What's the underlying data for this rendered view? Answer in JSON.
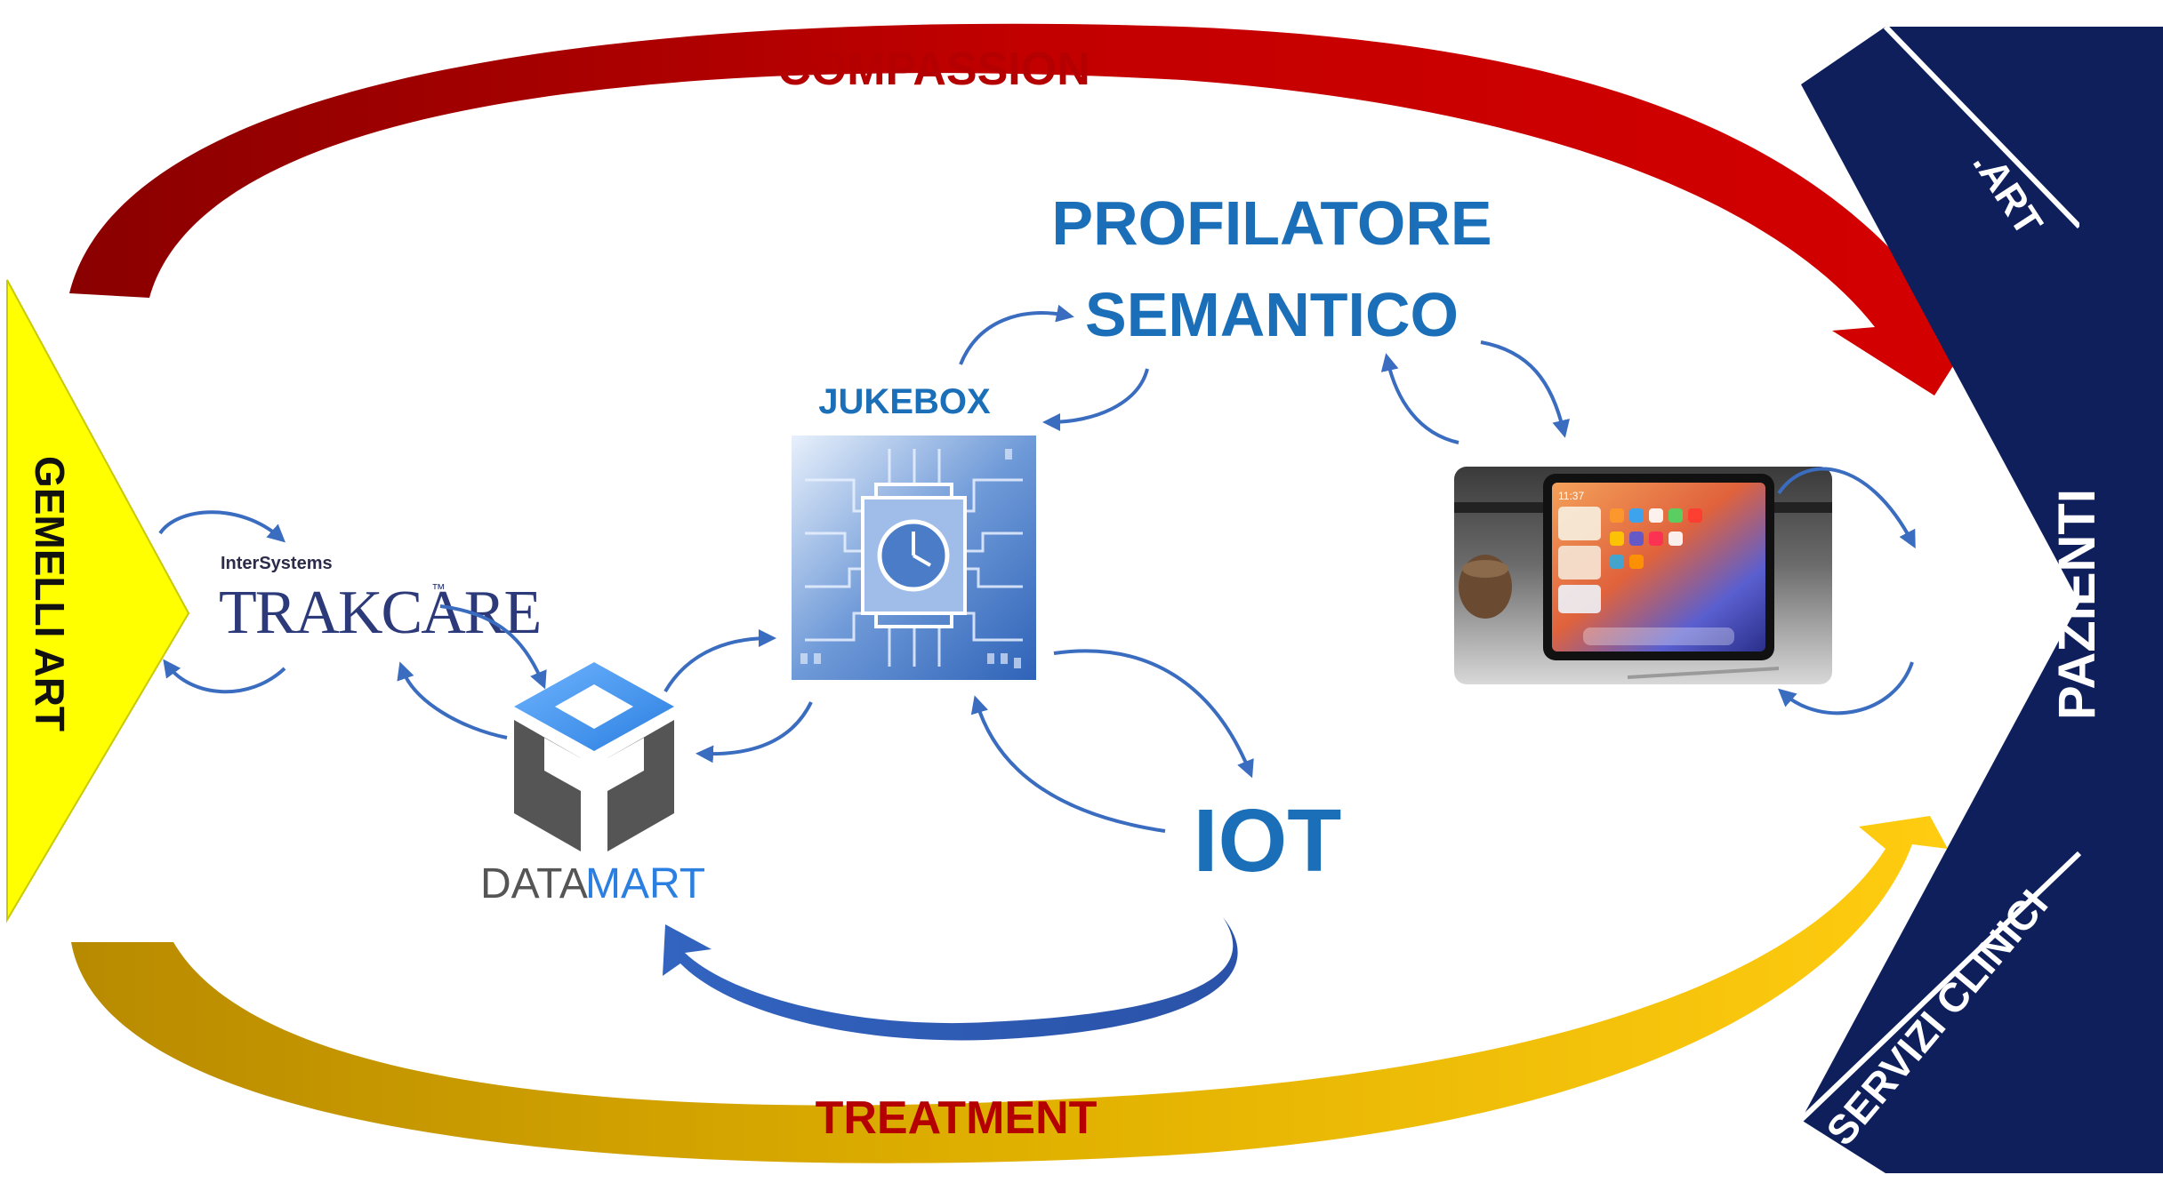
{
  "labels": {
    "compassion": "COMPASSION",
    "treatment": "TREATMENT",
    "profilatore_line1": "PROFILATORE",
    "profilatore_line2": "SEMANTICO",
    "jukebox": "JUKEBOX",
    "iot": "IOT",
    "gemelli": "GEMELLI ART",
    "pazienti": "PAZIENTI",
    "art": ".ART",
    "servizi": "SERVIZI CLINICI"
  },
  "logos": {
    "intersystems": "InterSystems",
    "trakcare": "TRAKCARE",
    "tm": "™",
    "datamart_data": "DATA",
    "datamart_mart": "MART"
  },
  "tablet": {
    "time": "11:37"
  },
  "colors": {
    "compassion_red": "#b40000",
    "treatment_gold": "#d7a300",
    "navy": "#0e1f5b",
    "blue_text": "#1a6fb8",
    "link_blue": "#3a6cc0",
    "gemelli_yellow": "#ffff00"
  }
}
